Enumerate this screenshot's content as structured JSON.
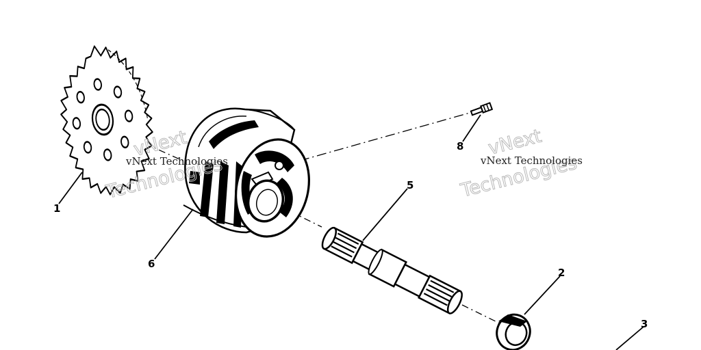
{
  "callouts": {
    "p1": "1",
    "p2": "2",
    "p3": "3",
    "p5": "5",
    "p6": "6",
    "p8": "8"
  },
  "watermark": {
    "company": "vNext Technologies",
    "brand_top": "vNext",
    "brand_bottom": "Technologies"
  }
}
